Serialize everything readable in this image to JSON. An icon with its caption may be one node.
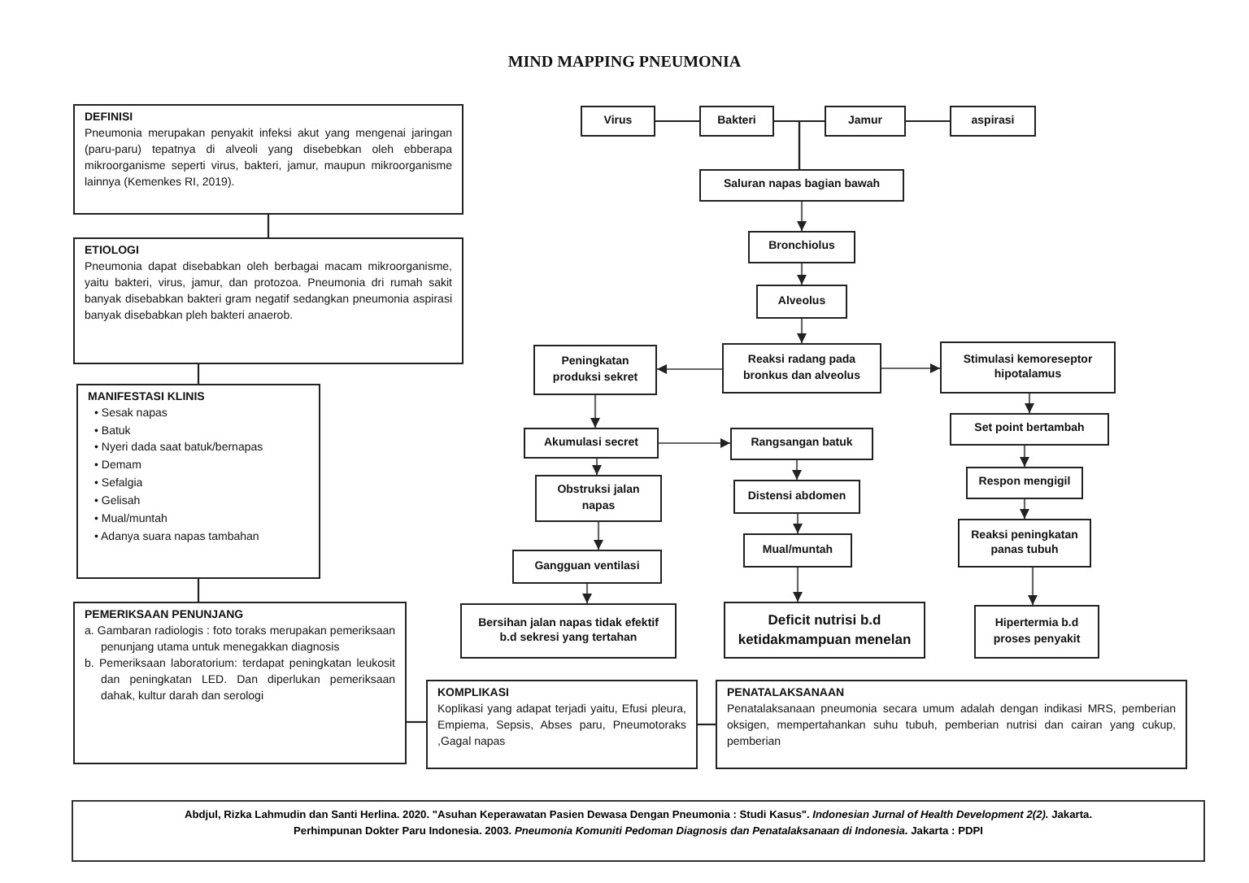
{
  "diagram": {
    "title": "MIND MAPPING PNEUMONIA",
    "nodes": [
      {
        "text": [
          "DEFINISI",
          "Pneumonia merupakan penyakit infeksi akut yang mengenai jaringan (paru-paru) tepatnya di alveoli yang disebebkan oleh ebberapa mikroorganisme seperti virus, bakteri, jamur, maupun mikroorganisme lainnya (Kemenkes RI, 2019)."
        ]
      },
      {
        "text": [
          "ETIOLOGI",
          "Pneumonia dapat disebabkan oleh berbagai macam mikroorganisme, yaitu bakteri, virus, jamur, dan protozoa. Pneumonia dri rumah sakit banyak disebabkan bakteri gram negatif sedangkan pneumonia aspirasi banyak disebabkan pleh bakteri anaerob."
        ]
      },
      {
        "text": [
          "MANIFESTASI KLINIS",
          "• Sesak napas",
          "• Batuk",
          "• Nyeri dada saat batuk/bernapas",
          "• Demam",
          "• Sefalgia",
          "• Gelisah",
          "• Mual/muntah",
          "• Adanya suara napas tambahan"
        ]
      },
      {
        "text": [
          "PEMERIKSAAN PENUNJANG",
          "a. Gambaran radiologis : foto toraks merupakan pemeriksaan penunjang utama untuk menegakkan diagnosis",
          "b. Pemeriksaan laboratorium: terdapat peningkatan leukosit dan peningkatan LED. Dan diperlukan pemeriksaan dahak, kultur darah dan serologi"
        ]
      },
      {
        "text": [
          "Virus"
        ]
      },
      {
        "text": [
          "Bakteri"
        ]
      },
      {
        "text": [
          "Jamur"
        ]
      },
      {
        "text": [
          "aspirasi"
        ]
      },
      {
        "text": [
          "Saluran napas bagian bawah"
        ]
      },
      {
        "text": [
          "Bronchiolus"
        ]
      },
      {
        "text": [
          "Alveolus"
        ]
      },
      {
        "text": [
          "Peningkatan produksi sekret"
        ]
      },
      {
        "text": [
          "Reaksi radang pada bronkus dan alveolus"
        ]
      },
      {
        "text": [
          "Stimulasi kemoreseptor hipotalamus"
        ]
      },
      {
        "text": [
          "Akumulasi secret"
        ]
      },
      {
        "text": [
          "Rangsangan batuk"
        ]
      },
      {
        "text": [
          "Set point bertambah"
        ]
      },
      {
        "text": [
          "Obstruksi jalan napas"
        ]
      },
      {
        "text": [
          "Distensi abdomen"
        ]
      },
      {
        "text": [
          "Respon mengigil"
        ]
      },
      {
        "text": [
          "Gangguan ventilasi"
        ]
      },
      {
        "text": [
          "Mual/muntah"
        ]
      },
      {
        "text": [
          "Reaksi peningkatan panas tubuh"
        ]
      },
      {
        "text": [
          "Bersihan jalan napas tidak efektif b.d sekresi yang tertahan"
        ]
      },
      {
        "text": [
          "Deficit nutrisi b.d ketidakmampuan menelan"
        ]
      },
      {
        "text": [
          "Hipertermia b.d proses penyakit"
        ]
      },
      {
        "text": [
          "KOMPLIKASI",
          "Koplikasi yang adapat terjadi yaitu, Efusi pleura, Empiema, Sepsis, Abses paru, Pneumotoraks ,Gagal napas"
        ]
      },
      {
        "text": [
          "PENATALAKSANAAN",
          "Penatalaksanaan pneumonia secara umum adalah dengan indikasi MRS, pemberian oksigen, mempertahankan suhu tubuh, pemberian nutrisi dan cairan yang cukup, pemberian"
        ]
      },
      {
        "text": [
          "Abdjul, Rizka Lahmudin dan Santi Herlina. 2020. \"Asuhan Keperawatan Pasien Dewasa Dengan Pneumonia : Studi Kasus\". *Indonesian Jurnal of Health Development 2(2).* Jakarta.",
          "Perhimpunan Dokter Paru Indonesia. 2003. *Pneumonia Komuniti Pedoman Diagnosis dan Penatalaksanaan di Indonesia.* Jakarta : PDPI"
        ]
      }
    ],
    "edges": [
      {
        "from": 0,
        "to": 1,
        "arrow": "none"
      },
      {
        "from": 1,
        "to": 2,
        "arrow": "none"
      },
      {
        "from": 2,
        "to": 3,
        "arrow": "none"
      },
      {
        "from": 3,
        "to": 26,
        "arrow": "none"
      },
      {
        "from": 26,
        "to": 27,
        "arrow": "none"
      },
      {
        "from": 4,
        "to": 5,
        "arrow": "none"
      },
      {
        "from": 6,
        "to": 7,
        "arrow": "none"
      },
      {
        "from": 5,
        "to": 8,
        "arrow": "none"
      },
      {
        "from": 6,
        "to": 8,
        "arrow": "none"
      },
      {
        "from": 8,
        "to": 9,
        "arrow": "to"
      },
      {
        "from": 9,
        "to": 10,
        "arrow": "to"
      },
      {
        "from": 10,
        "to": 12,
        "arrow": "to"
      },
      {
        "from": 12,
        "to": 11,
        "arrow": "to"
      },
      {
        "from": 12,
        "to": 13,
        "arrow": "to"
      },
      {
        "from": 11,
        "to": 14,
        "arrow": "to"
      },
      {
        "from": 14,
        "to": 15,
        "arrow": "to"
      },
      {
        "from": 14,
        "to": 17,
        "arrow": "to"
      },
      {
        "from": 17,
        "to": 20,
        "arrow": "to"
      },
      {
        "from": 20,
        "to": 23,
        "arrow": "to"
      },
      {
        "from": 15,
        "to": 18,
        "arrow": "to"
      },
      {
        "from": 18,
        "to": 21,
        "arrow": "to"
      },
      {
        "from": 21,
        "to": 24,
        "arrow": "to"
      },
      {
        "from": 13,
        "to": 16,
        "arrow": "to"
      },
      {
        "from": 16,
        "to": 19,
        "arrow": "to"
      },
      {
        "from": 19,
        "to": 22,
        "arrow": "to"
      },
      {
        "from": 22,
        "to": 25,
        "arrow": "to"
      }
    ]
  }
}
